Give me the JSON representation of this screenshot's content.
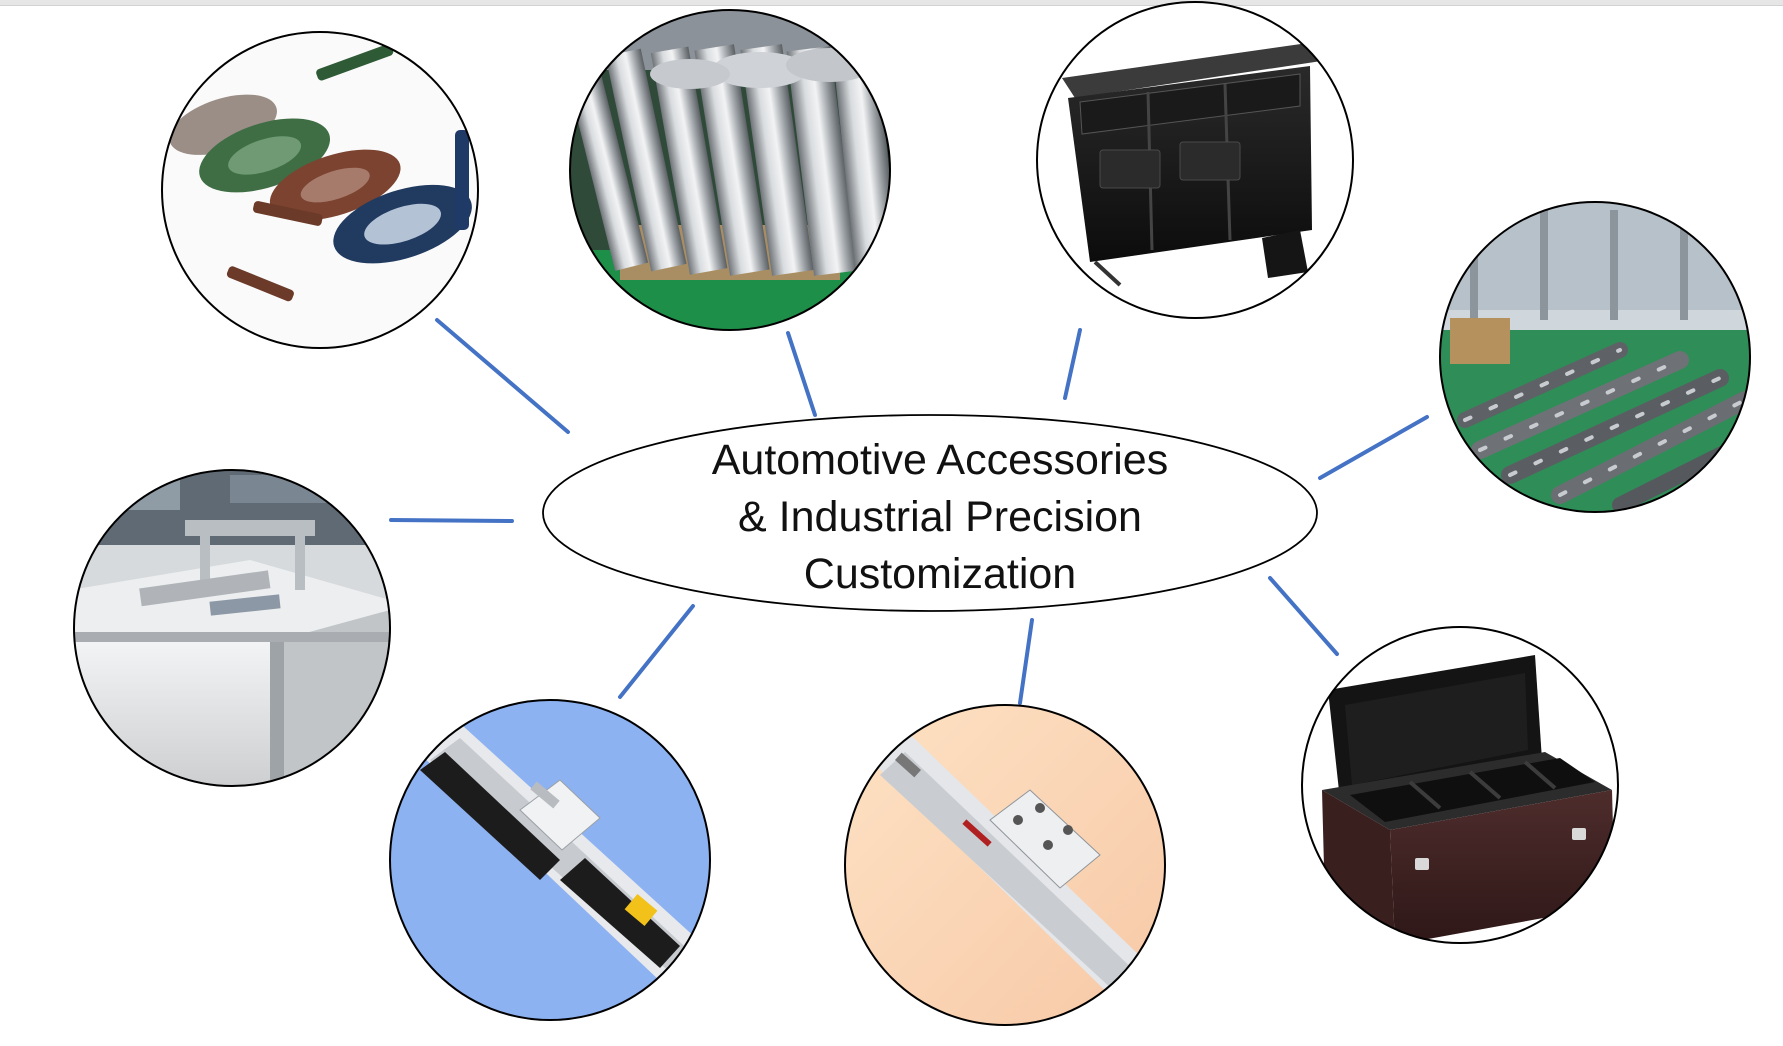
{
  "center": {
    "line1": "Automotive Accessories",
    "line2": "& Industrial Precision",
    "line3": "Customization"
  },
  "colors": {
    "connector": "#4472c4",
    "outline": "#000000"
  },
  "photos": [
    {
      "id": "car-key-covers",
      "icon": "car-key-cover-photo"
    },
    {
      "id": "steel-shafts-bundled",
      "icon": "steel-shaft-photo"
    },
    {
      "id": "trunk-organizer",
      "icon": "trunk-organizer-photo"
    },
    {
      "id": "long-shafts-factory",
      "icon": "factory-shaft-photo"
    },
    {
      "id": "workbench",
      "icon": "workbench-photo"
    },
    {
      "id": "linear-module-blue",
      "icon": "linear-rail-photo"
    },
    {
      "id": "linear-module-peach",
      "icon": "linear-rail-photo"
    },
    {
      "id": "storage-case",
      "icon": "storage-case-photo"
    }
  ]
}
